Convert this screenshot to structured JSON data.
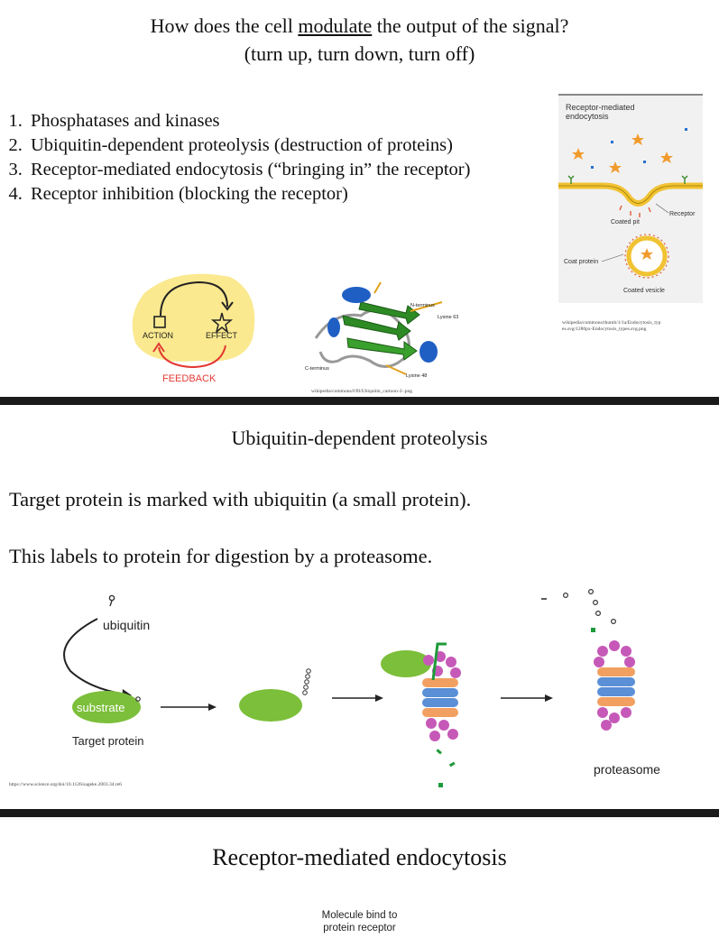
{
  "slide1": {
    "title_pre": "How does the cell ",
    "title_underlined": "modulate",
    "title_post": " the output of  the signal?",
    "subtitle": "(turn up, turn down, turn off)",
    "points": [
      "Phosphatases and kinases",
      "Ubiquitin-dependent proteolysis (destruction of proteins)",
      "Receptor-mediated endocytosis (“bringing in” the receptor)",
      "Receptor inhibition (blocking the receptor)"
    ],
    "feedback_sketch": {
      "action": "ACTION",
      "effect": "EFFECT",
      "feedback": "FEEDBACK"
    },
    "ubiquitin_structure": {
      "n_terminus": "N-terminus",
      "c_terminus": "C-terminus",
      "lysine63": "Lysine 63",
      "lysine48": "Lysine 48",
      "credit": "wikipedia/commons/f/f0/Ubiquitin_cartoon-2-.png"
    },
    "endocytosis_figure": {
      "title": "Receptor-mediated endocytosis",
      "coated_pit": "Coated pit",
      "receptor": "Receptor",
      "coat_protein": "Coat protein",
      "coated_vesicle": "Coated vesicle",
      "credit_line1": "wikipedia/commons/thumb/1/1a/Endocytosis_typ",
      "credit_line2": "es.svg/1280px-Endocytosis_types.svg.png"
    }
  },
  "slide2": {
    "title": "Ubiquitin-dependent proteolysis",
    "line1": "Target protein is marked with ubiquitin (a small protein).",
    "line2": "This labels to protein for digestion by a proteasome.",
    "diagram": {
      "ubiquitin": "ubiquitin",
      "substrate": "substrate",
      "target_protein": "Target protein",
      "proteasome": "proteasome",
      "credit": "https://www.science.org/doi/10.1126/sageke.2003.34.re6"
    },
    "colors": {
      "substrate": "#7cbf3a",
      "cap": "#c659b8",
      "ring_orange": "#f2a061",
      "ring_blue": "#5b8fd6",
      "fragment": "#1e9a3a"
    }
  },
  "slide3": {
    "title": "Receptor-mediated endocytosis",
    "caption_line1": "Molecule bind to",
    "caption_line2": "protein receptor"
  }
}
